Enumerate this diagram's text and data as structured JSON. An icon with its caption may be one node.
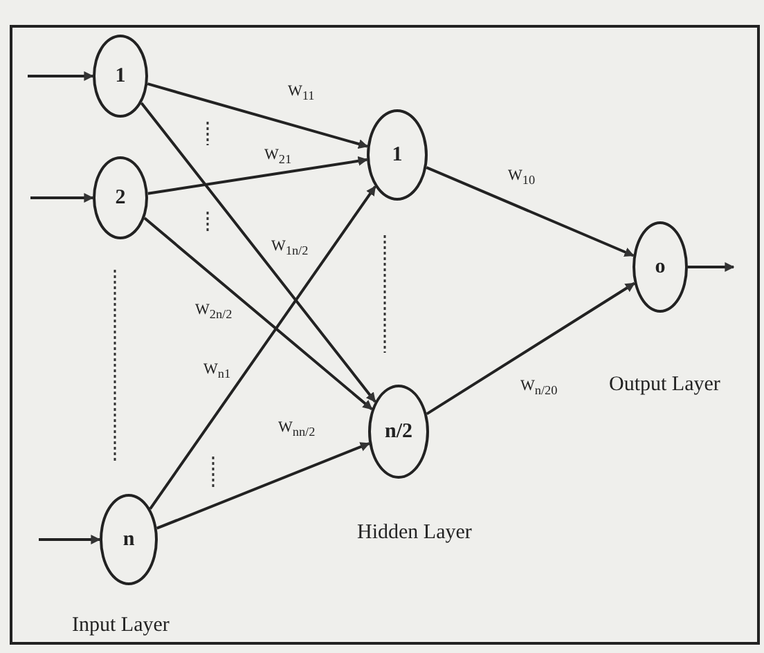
{
  "diagram": {
    "nodes": [
      {
        "text": [
          "1"
        ]
      },
      {
        "text": [
          "2"
        ]
      },
      {
        "text": [
          "n"
        ]
      },
      {
        "text": [
          "1"
        ]
      },
      {
        "text": [
          "n/2"
        ]
      },
      {
        "text": [
          "o"
        ]
      }
    ],
    "edges": [
      {
        "from": null,
        "to": 0,
        "arrow": "to"
      },
      {
        "from": null,
        "to": 1,
        "arrow": "to"
      },
      {
        "from": null,
        "to": 2,
        "arrow": "to"
      },
      {
        "from": 0,
        "to": 3,
        "arrow": "to",
        "label": "W$_{11}$"
      },
      {
        "from": 1,
        "to": 3,
        "arrow": "to",
        "label": "W$_{21}$"
      },
      {
        "from": 0,
        "to": 4,
        "arrow": "to",
        "label": "W$_{1n/2}$"
      },
      {
        "from": 1,
        "to": 4,
        "arrow": "to",
        "label": "W$_{2n/2}$"
      },
      {
        "from": 2,
        "to": 3,
        "arrow": "to",
        "label": "W$_{n1}$"
      },
      {
        "from": 2,
        "to": 4,
        "arrow": "to",
        "label": "W$_{nn/2}$"
      },
      {
        "from": 3,
        "to": 5,
        "arrow": "to",
        "label": "W$_{10}$"
      },
      {
        "from": 4,
        "to": 5,
        "arrow": "to",
        "label": "W$_{n/20}$"
      },
      {
        "from": 5,
        "to": null,
        "arrow": "to"
      }
    ],
    "labels": [
      "Input Layer",
      "Hidden Layer",
      "Output Layer"
    ]
  }
}
